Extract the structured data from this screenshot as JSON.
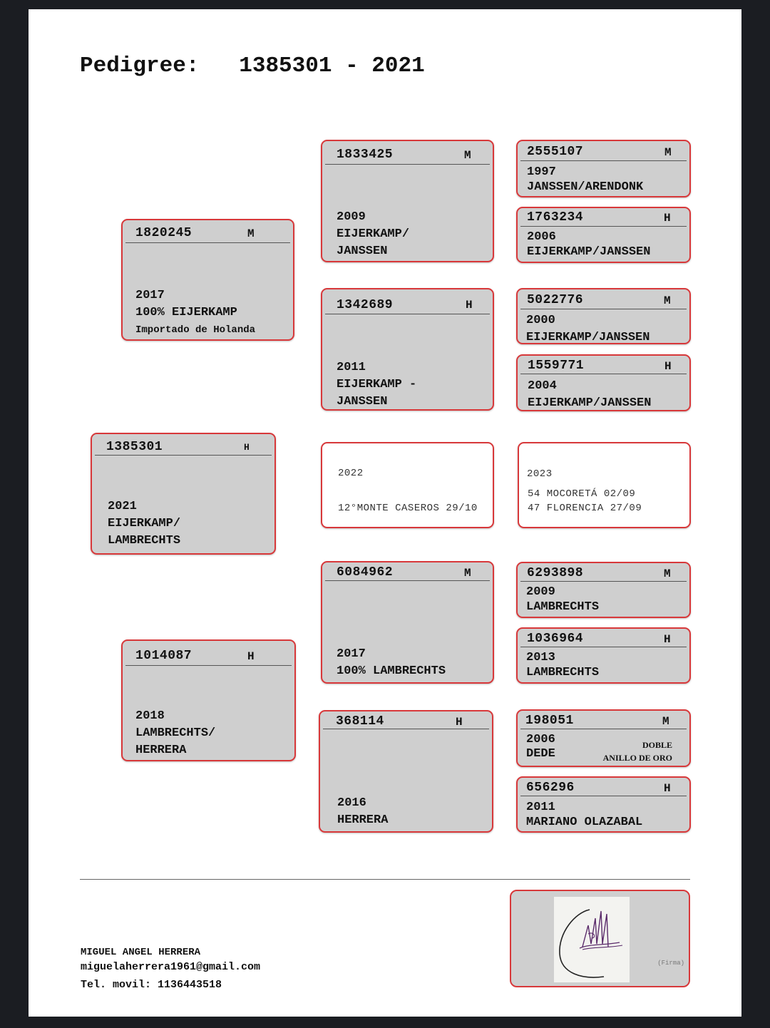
{
  "title": {
    "label": "Pedigree:",
    "number": "1385301 - 2021"
  },
  "cards": {
    "subject": {
      "id": "1385301",
      "sex": "H",
      "lines": [
        "2021",
        "EIJERKAMP/",
        "LAMBRECHTS"
      ]
    },
    "sire": {
      "id": "1820245",
      "sex": "M",
      "lines": [
        "2017",
        "100% EIJERKAMP"
      ],
      "note": "Importado de Holanda"
    },
    "dam": {
      "id": "1014087",
      "sex": "H",
      "lines": [
        "2018",
        "LAMBRECHTS/",
        "HERRERA"
      ]
    },
    "sire_sire": {
      "id": "1833425",
      "sex": "M",
      "lines": [
        "2009",
        "EIJERKAMP/",
        "JANSSEN"
      ]
    },
    "sire_dam": {
      "id": "1342689",
      "sex": "H",
      "lines": [
        "2011",
        "EIJERKAMP -",
        "JANSSEN"
      ]
    },
    "dam_sire": {
      "id": "6084962",
      "sex": "M",
      "lines": [
        "2017",
        "100% LAMBRECHTS"
      ]
    },
    "dam_dam": {
      "id": "368114",
      "sex": "H",
      "lines": [
        "2016",
        "HERRERA"
      ]
    },
    "ggp1": {
      "id": "2555107",
      "sex": "M",
      "lines": [
        "1997",
        "JANSSEN/ARENDONK"
      ]
    },
    "ggp2": {
      "id": "1763234",
      "sex": "H",
      "lines": [
        "2006",
        "EIJERKAMP/JANSSEN"
      ]
    },
    "ggp3": {
      "id": "5022776",
      "sex": "M",
      "lines": [
        "2000",
        "EIJERKAMP/JANSSEN"
      ]
    },
    "ggp4": {
      "id": "1559771",
      "sex": "H",
      "lines": [
        "2004",
        "EIJERKAMP/JANSSEN"
      ]
    },
    "ggp5": {
      "id": "6293898",
      "sex": "M",
      "lines": [
        "2009",
        "LAMBRECHTS"
      ]
    },
    "ggp6": {
      "id": "1036964",
      "sex": "H",
      "lines": [
        "2013",
        "LAMBRECHTS"
      ]
    },
    "ggp7": {
      "id": "198051",
      "sex": "M",
      "lines": [
        "2006",
        "DEDE"
      ],
      "award": [
        "DOBLE",
        "ANILLO DE ORO"
      ]
    },
    "ggp8": {
      "id": "656296",
      "sex": "H",
      "lines": [
        "2011",
        "MARIANO OLAZABAL"
      ]
    }
  },
  "results": {
    "y2022": {
      "year": "2022",
      "items": [
        "12°MONTE CASEROS 29/10"
      ]
    },
    "y2023": {
      "year": "2023",
      "items": [
        "54 MOCORETÁ 02/09",
        "47 FLORENCIA 27/09"
      ]
    }
  },
  "footer": {
    "name": "MIGUEL ANGEL HERRERA",
    "email": "miguelaherrera1961@gmail.com",
    "phone": "Tel. movil: 1136443518",
    "signature_label": "(Firma)"
  }
}
